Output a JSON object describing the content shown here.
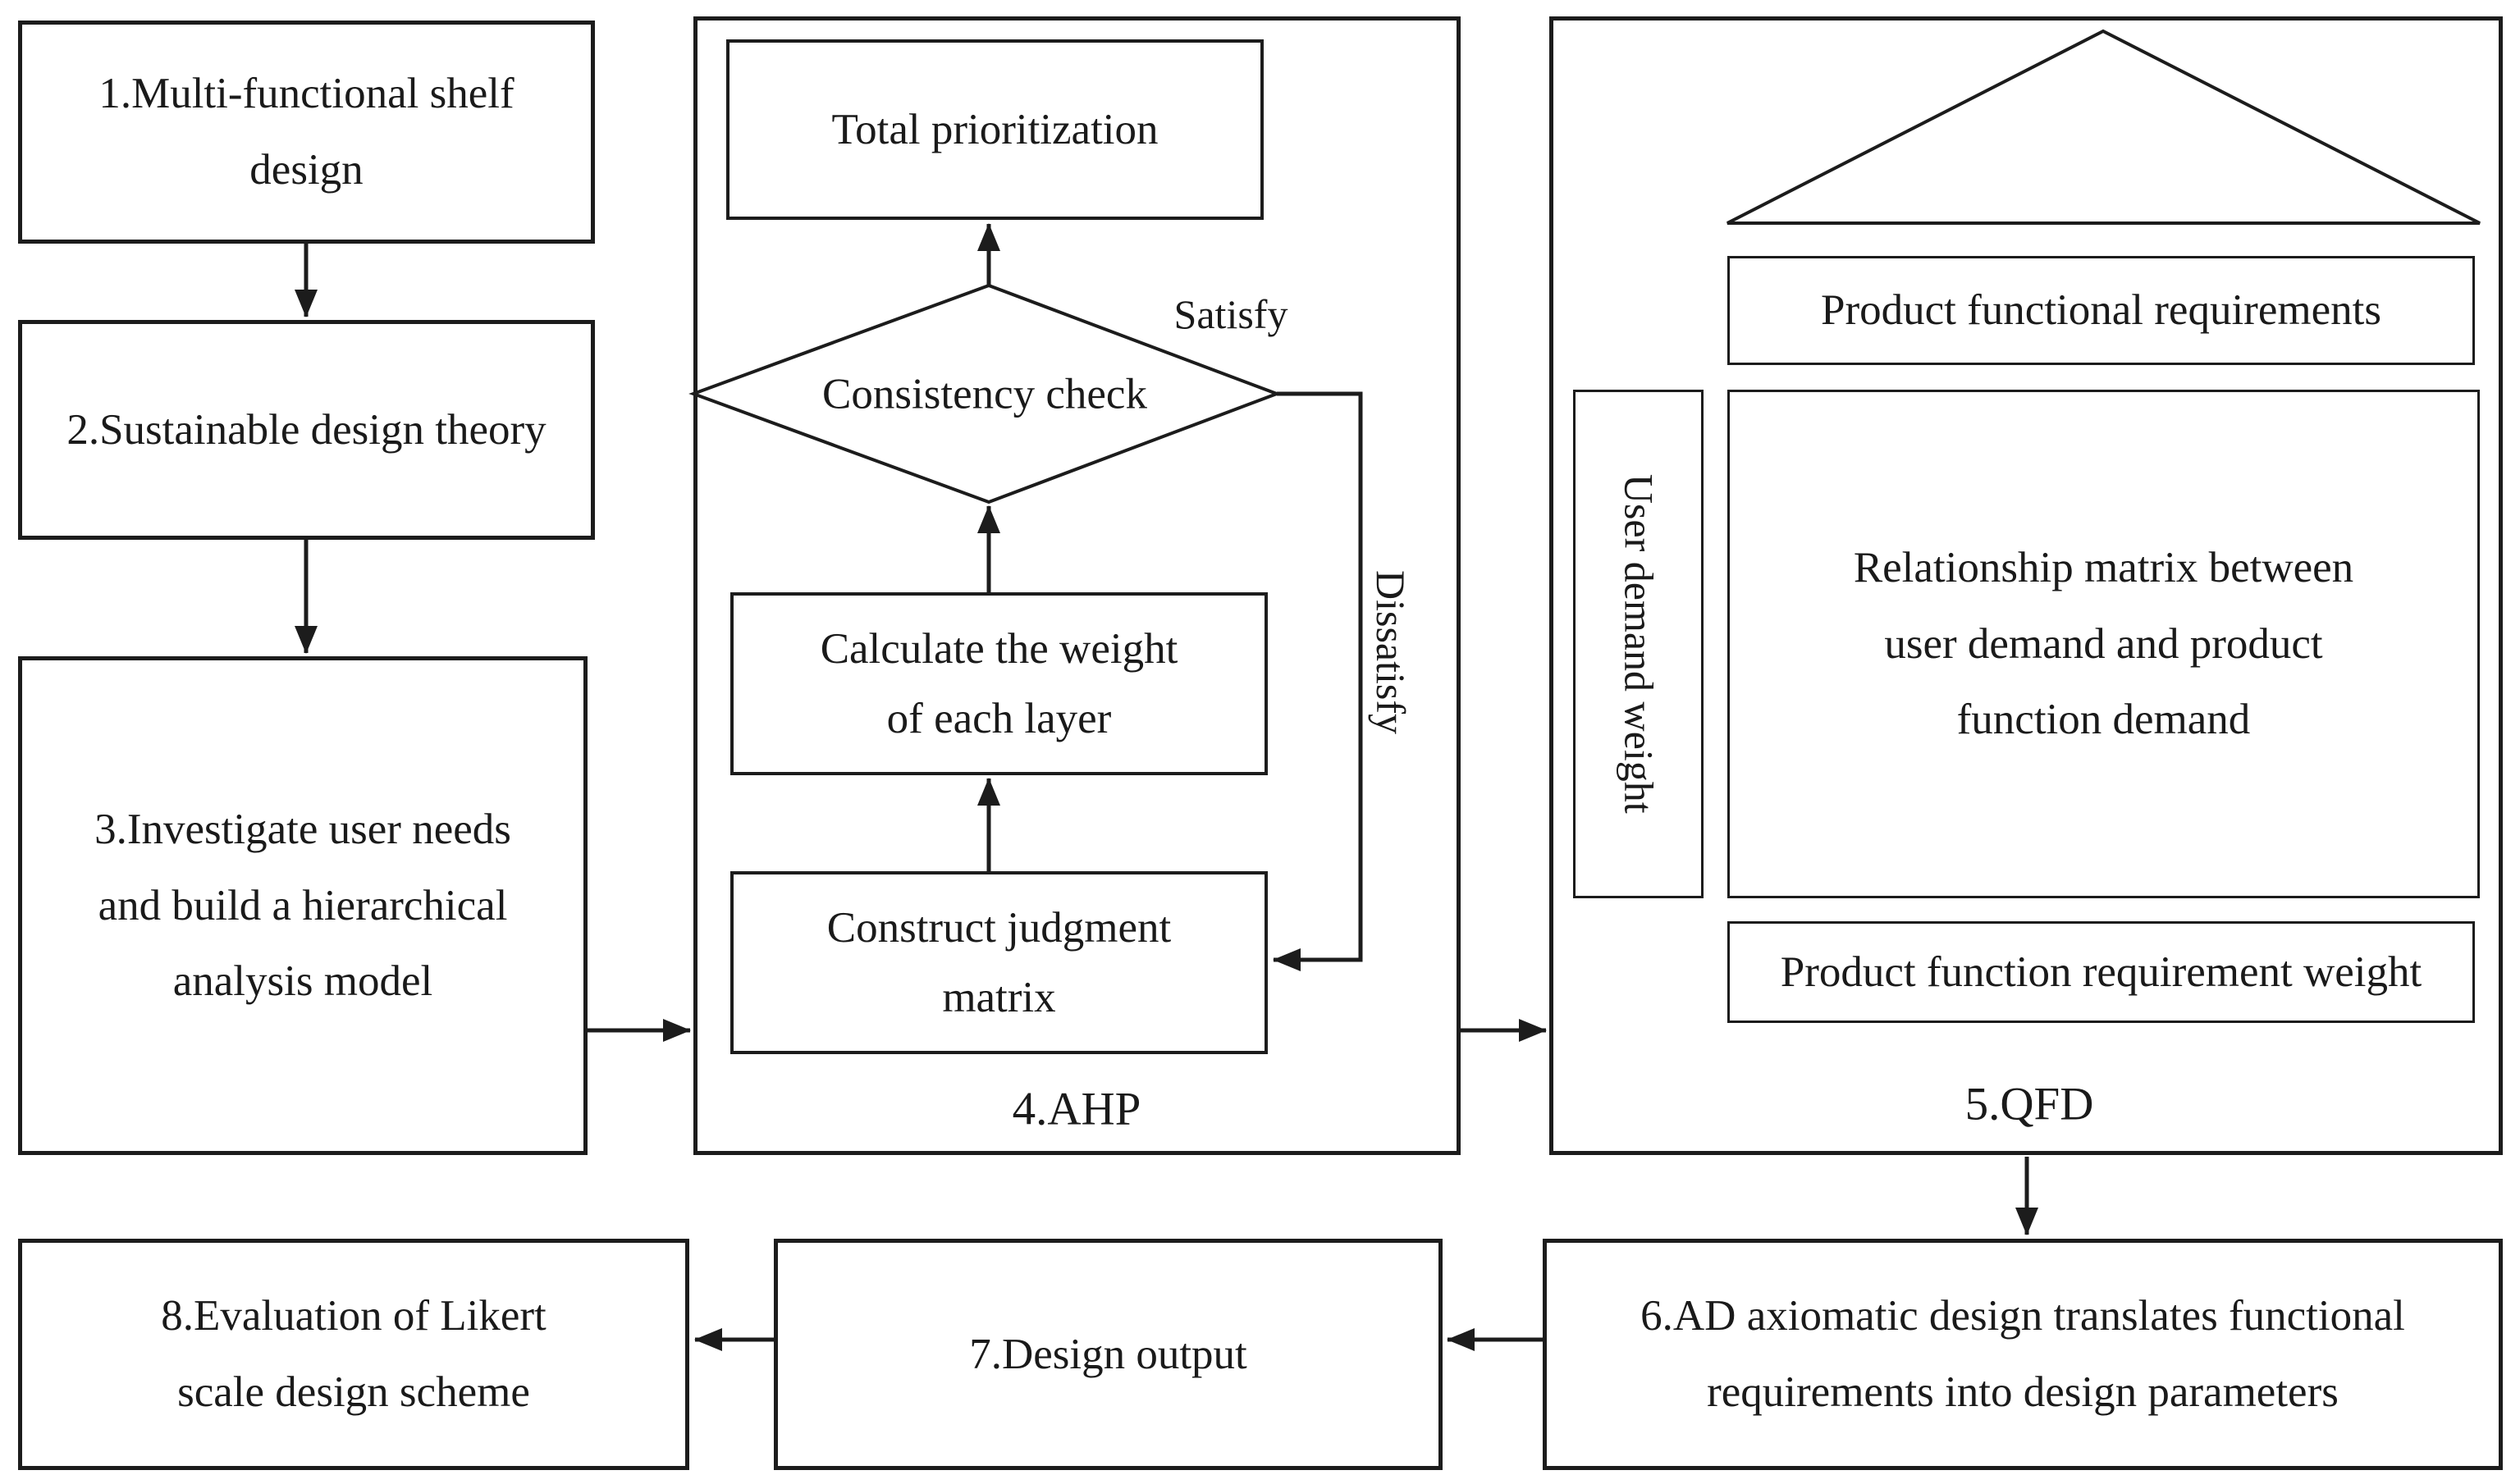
{
  "canvas": {
    "background_color": "#ffffff",
    "line_color": "#1c1c1c",
    "text_color": "#1a1a1a"
  },
  "nodes": {
    "step1": "1.Multi-functional shelf\ndesign",
    "step2": "2.Sustainable design theory",
    "step3": "3.Investigate user needs\nand build a hierarchical\nanalysis model",
    "step6": "6.AD axiomatic design translates functional\nrequirements into design parameters",
    "step7": "7.Design output",
    "step8": "8.Evaluation of Likert\nscale design scheme"
  },
  "ahp": {
    "container_label": "4.AHP",
    "total_prioritization": "Total prioritization",
    "consistency_check": "Consistency check",
    "satisfy_label": "Satisfy",
    "dissatisfy_label": "Dissatisfy",
    "calculate_weight": "Calculate the weight\nof each layer",
    "construct_matrix": "Construct judgment\nmatrix"
  },
  "qfd": {
    "container_label": "5.QFD",
    "product_functional_requirements": "Product functional requirements",
    "user_demand_weight": "User demand weight",
    "relationship_matrix": "Relationship matrix between\nuser demand and product\nfunction demand",
    "product_function_requirement_weight": "Product function requirement weight"
  }
}
